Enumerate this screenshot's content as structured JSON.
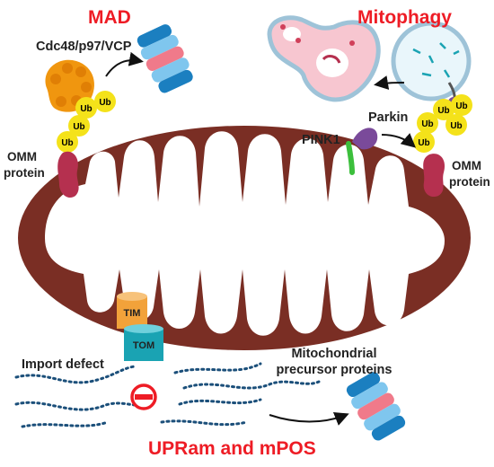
{
  "titles": {
    "mad": "MAD",
    "mitophagy": "Mitophagy",
    "upram": "UPRam and mPOS"
  },
  "labels": {
    "cdc48": "Cdc48/p97/VCP",
    "omm_left_line1": "OMM",
    "omm_left_line2": "protein",
    "omm_right_line1": "OMM",
    "omm_right_line2": "protein",
    "pink1": "PINK1",
    "parkin": "Parkin",
    "tim": "TIM",
    "tom": "TOM",
    "import_defect": "Import defect",
    "precursor_line1": "Mitochondrial",
    "precursor_line2": "precursor proteins",
    "ub": "Ub"
  },
  "colors": {
    "title_red": "#ee1c25",
    "mito_brown": "#7a2e24",
    "ubiquitin_yellow": "#f4e21a",
    "cdc48_orange": "#f0960f",
    "proteasome_blue": "#1b7fc0",
    "proteasome_pink": "#f07a8a",
    "omm_protein": "#b5304f",
    "pink1_green": "#3cbf3c",
    "parkin_purple": "#7a4a9a",
    "tim_orange": "#f2a23a",
    "tom_teal": "#1aa3b3",
    "precursor_dots": "#1b4f7a"
  },
  "icons": {
    "inhibit": "no-entry-icon",
    "arrow": "curved-arrow-icon"
  }
}
